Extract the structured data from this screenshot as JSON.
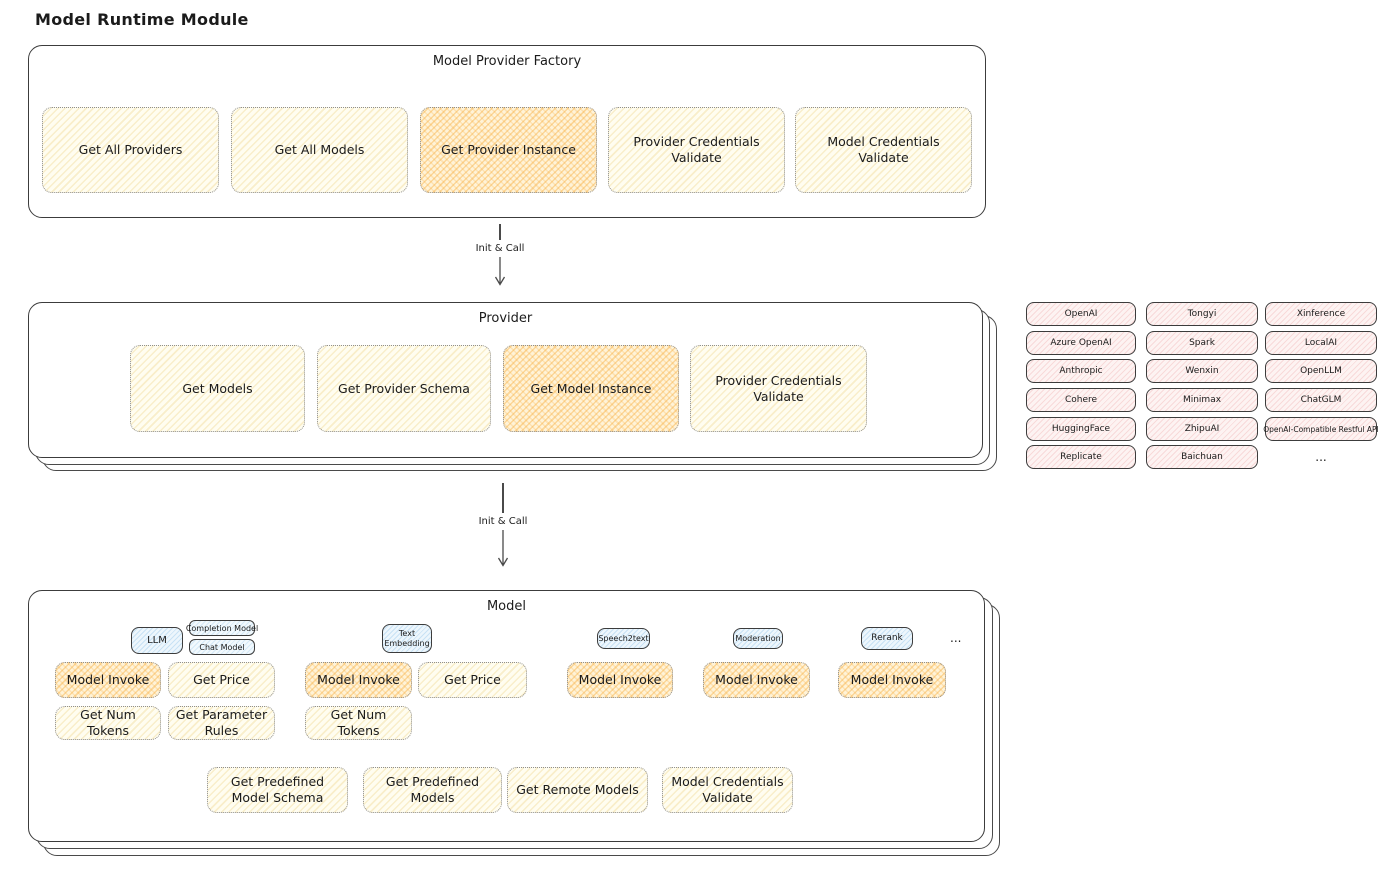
{
  "page": {
    "title": "Model Runtime Module"
  },
  "arrows": {
    "arrow1_label": "Init & Call",
    "arrow2_label": "Init & Call"
  },
  "factory": {
    "title": "Model Provider Factory",
    "boxes": [
      {
        "label": "Get All Providers",
        "highlight": false
      },
      {
        "label": "Get All Models",
        "highlight": false
      },
      {
        "label": "Get Provider Instance",
        "highlight": true
      },
      {
        "label": "Provider Credentials Validate",
        "highlight": false
      },
      {
        "label": "Model Credentials Validate",
        "highlight": false
      }
    ]
  },
  "provider": {
    "title": "Provider",
    "boxes": [
      {
        "label": "Get Models",
        "highlight": false
      },
      {
        "label": "Get Provider Schema",
        "highlight": false
      },
      {
        "label": "Get Model Instance",
        "highlight": true
      },
      {
        "label": "Provider Credentials Validate",
        "highlight": false
      }
    ]
  },
  "providers_list": {
    "items": [
      "OpenAI",
      "Azure OpenAI",
      "Anthropic",
      "Cohere",
      "HuggingFace",
      "Replicate",
      "Tongyi",
      "Spark",
      "Wenxin",
      "Minimax",
      "ZhipuAI",
      "Baichuan",
      "Xinference",
      "LocalAI",
      "OpenLLM",
      "ChatGLM",
      "OpenAI-Compatible Restful API"
    ],
    "more": "..."
  },
  "model": {
    "title": "Model",
    "types": {
      "llm": "LLM",
      "completion": "Completion Model",
      "chat": "Chat Model",
      "text_embedding": "Text Embedding",
      "speech2text": "Speech2text",
      "moderation": "Moderation",
      "rerank": "Rerank",
      "more": "..."
    },
    "llm_ops": [
      "Model Invoke",
      "Get Price",
      "Get Num Tokens",
      "Get Parameter Rules"
    ],
    "embedding_ops": [
      "Model Invoke",
      "Get Price",
      "Get Num Tokens"
    ],
    "speech2text_op": "Model Invoke",
    "moderation_op": "Model Invoke",
    "rerank_op": "Model Invoke",
    "bottom_ops": [
      "Get Predefined Model Schema",
      "Get Predefined Models",
      "Get Remote Models",
      "Model Credentials Validate"
    ]
  },
  "colors": {
    "yellow_fill": "#fffdf0",
    "orange_fill": "#fff3d8",
    "pink_fill": "#fdf3f2",
    "blue_fill": "#edf6fc",
    "border_dark": "#3c3c3c"
  }
}
